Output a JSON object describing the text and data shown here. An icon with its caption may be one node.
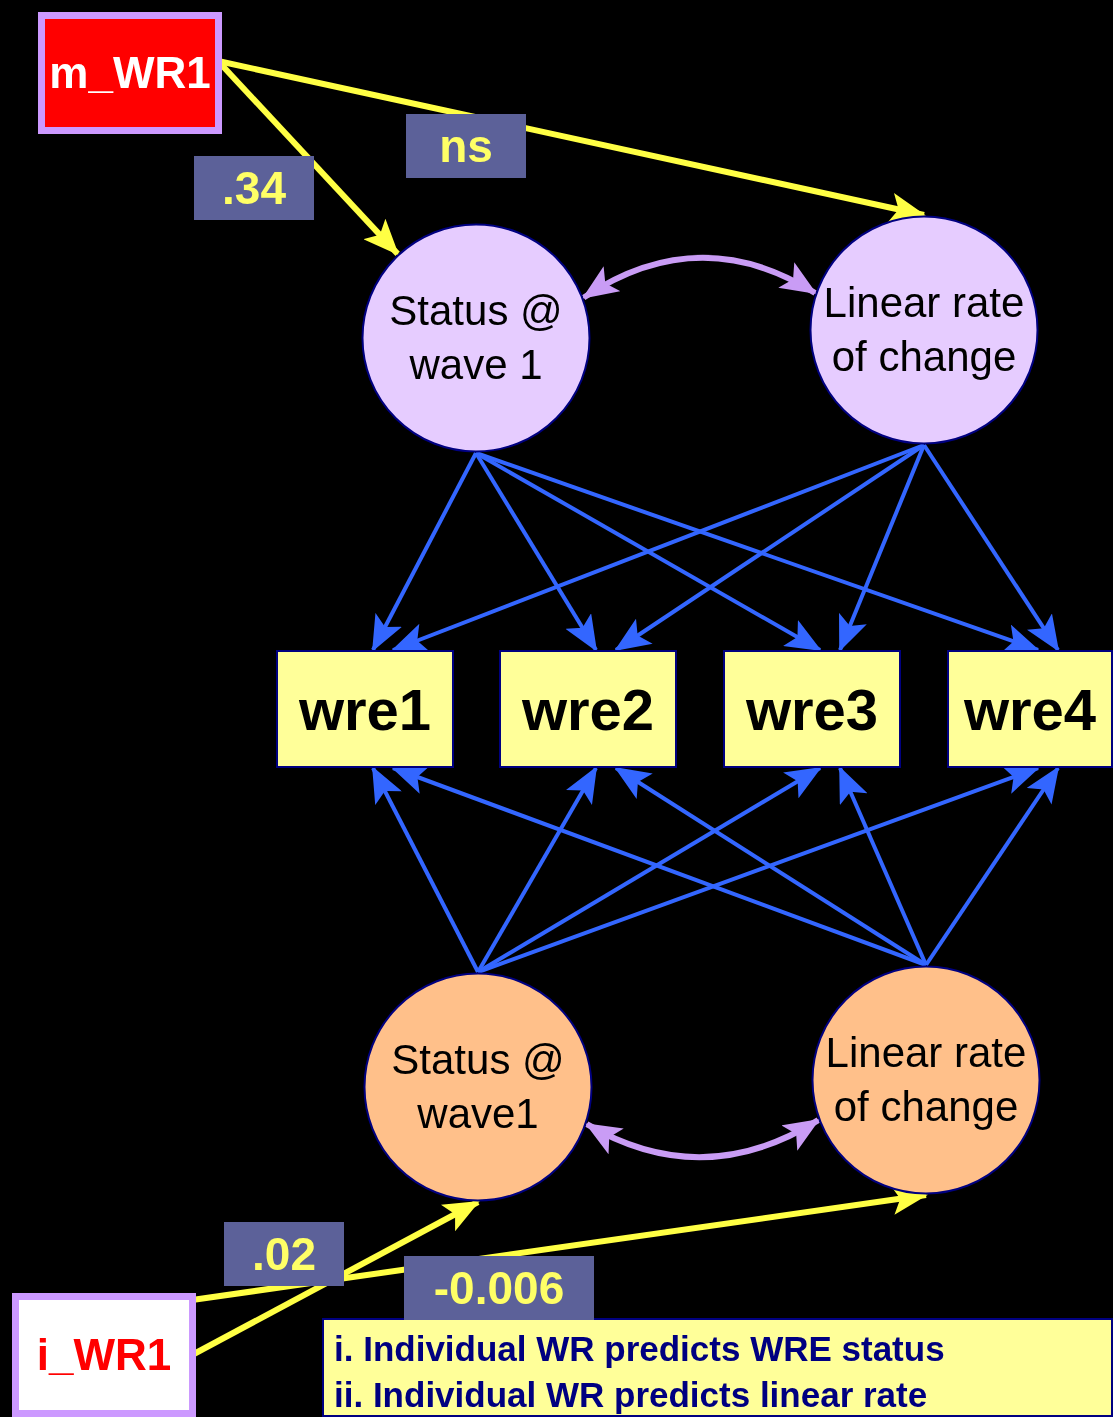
{
  "diagram": {
    "nodes": [
      {
        "text": [
          "m_WR1"
        ]
      },
      {
        "text": [
          "Status @ wave 1"
        ]
      },
      {
        "text": [
          "Linear rate of change"
        ]
      },
      {
        "text": [
          "wre1"
        ]
      },
      {
        "text": [
          "wre2"
        ]
      },
      {
        "text": [
          "wre3"
        ]
      },
      {
        "text": [
          "wre4"
        ]
      },
      {
        "text": [
          "Status @ wave1"
        ]
      },
      {
        "text": [
          "Linear rate of change"
        ]
      },
      {
        "text": [
          "i_WR1"
        ]
      },
      {
        "text": [
          "i. Individual WR predicts WRE status",
          "ii. Individual WR predicts linear rate"
        ]
      }
    ],
    "edges": [
      {
        "from": 0,
        "to": 1,
        "arrow": "to",
        "label": ".34",
        "color": "#ffff44"
      },
      {
        "from": 0,
        "to": 2,
        "arrow": "to",
        "label": "ns",
        "color": "#ffff44"
      },
      {
        "from": 1,
        "to": 2,
        "arrow": "both",
        "color": "#c99cf5"
      },
      {
        "from": 1,
        "to": 3,
        "arrow": "to"
      },
      {
        "from": 1,
        "to": 4,
        "arrow": "to"
      },
      {
        "from": 1,
        "to": 5,
        "arrow": "to"
      },
      {
        "from": 1,
        "to": 6,
        "arrow": "to"
      },
      {
        "from": 2,
        "to": 3,
        "arrow": "to"
      },
      {
        "from": 2,
        "to": 4,
        "arrow": "to"
      },
      {
        "from": 2,
        "to": 5,
        "arrow": "to"
      },
      {
        "from": 2,
        "to": 6,
        "arrow": "to"
      },
      {
        "from": 7,
        "to": 3,
        "arrow": "to"
      },
      {
        "from": 7,
        "to": 4,
        "arrow": "to"
      },
      {
        "from": 7,
        "to": 5,
        "arrow": "to"
      },
      {
        "from": 7,
        "to": 6,
        "arrow": "to"
      },
      {
        "from": 8,
        "to": 3,
        "arrow": "to"
      },
      {
        "from": 8,
        "to": 4,
        "arrow": "to"
      },
      {
        "from": 8,
        "to": 5,
        "arrow": "to"
      },
      {
        "from": 8,
        "to": 6,
        "arrow": "to"
      },
      {
        "from": 7,
        "to": 8,
        "arrow": "both",
        "color": "#c99cf5"
      },
      {
        "from": 9,
        "to": 7,
        "arrow": "to",
        "label": ".02",
        "color": "#ffff44"
      },
      {
        "from": 9,
        "to": 8,
        "arrow": "to",
        "label": "-0.006",
        "color": "#ffff44"
      }
    ]
  }
}
